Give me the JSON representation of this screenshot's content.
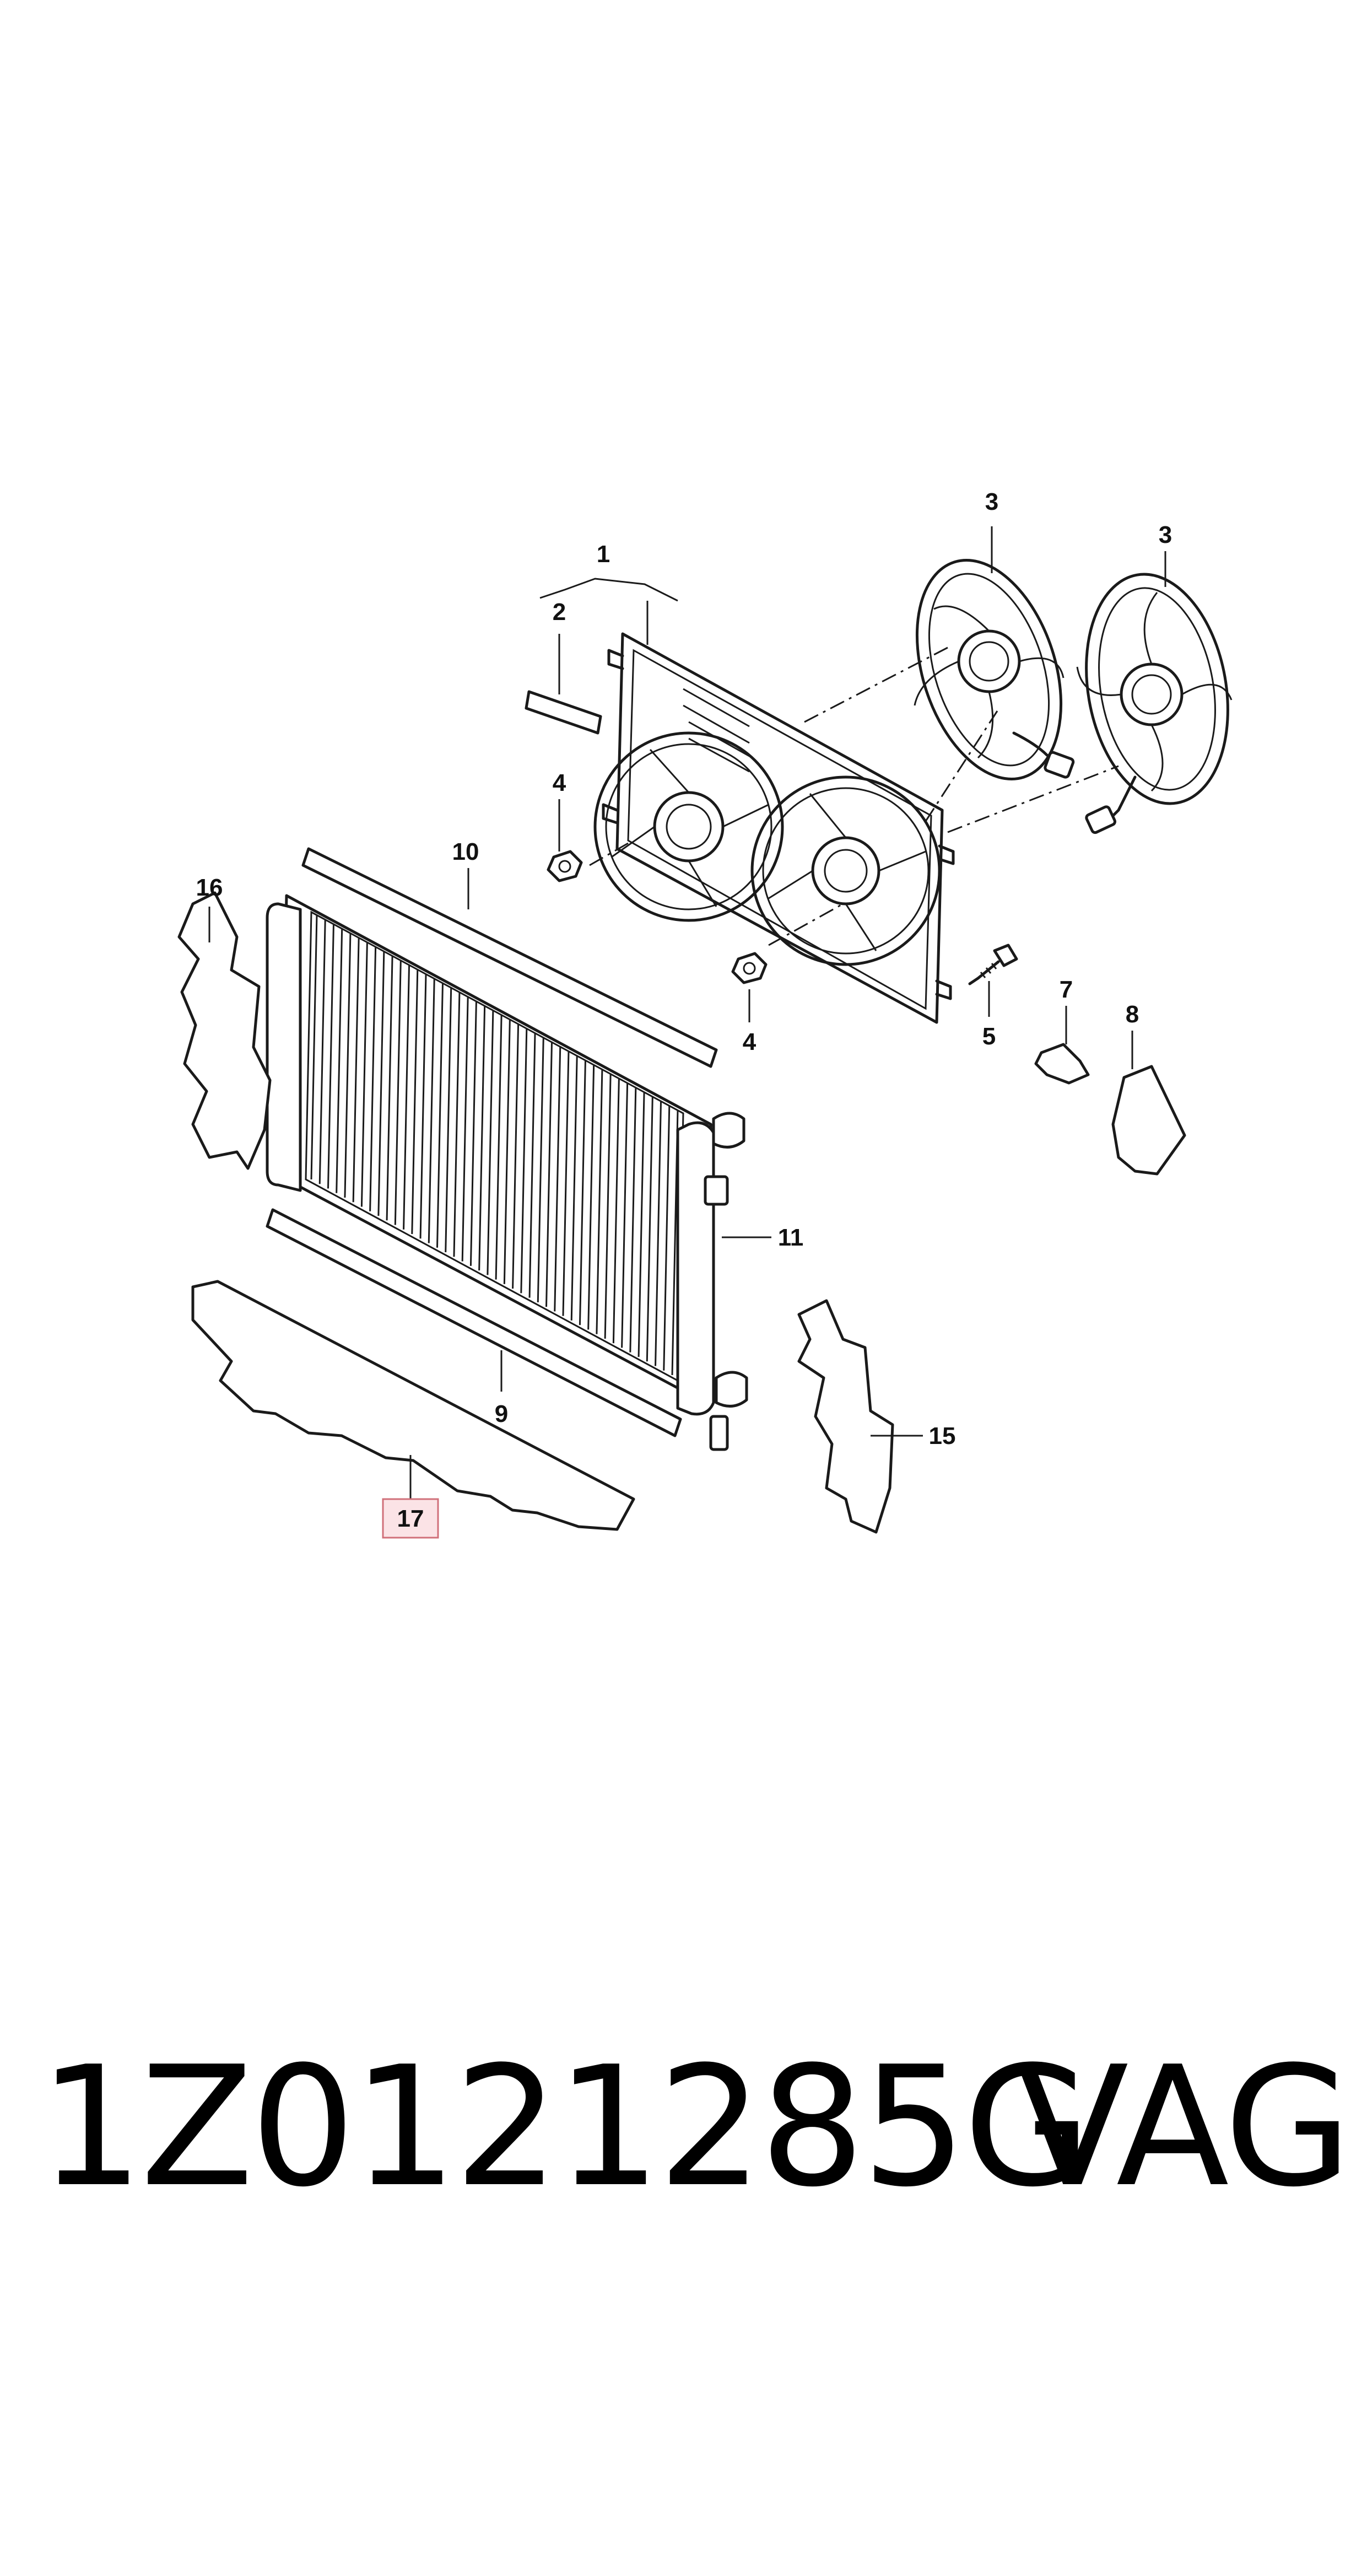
{
  "callouts": {
    "c1": "1",
    "c2": "2",
    "c3a": "3",
    "c3b": "3",
    "c4a": "4",
    "c4b": "4",
    "c5": "5",
    "c7": "7",
    "c8": "8",
    "c9": "9",
    "c10": "10",
    "c11": "11",
    "c15": "15",
    "c16": "16",
    "c17": "17"
  },
  "highlighted_part": "17",
  "highlight_color": "#fbe3e6",
  "footer": {
    "part_number": "1Z0121285G",
    "brand": "VAG"
  }
}
